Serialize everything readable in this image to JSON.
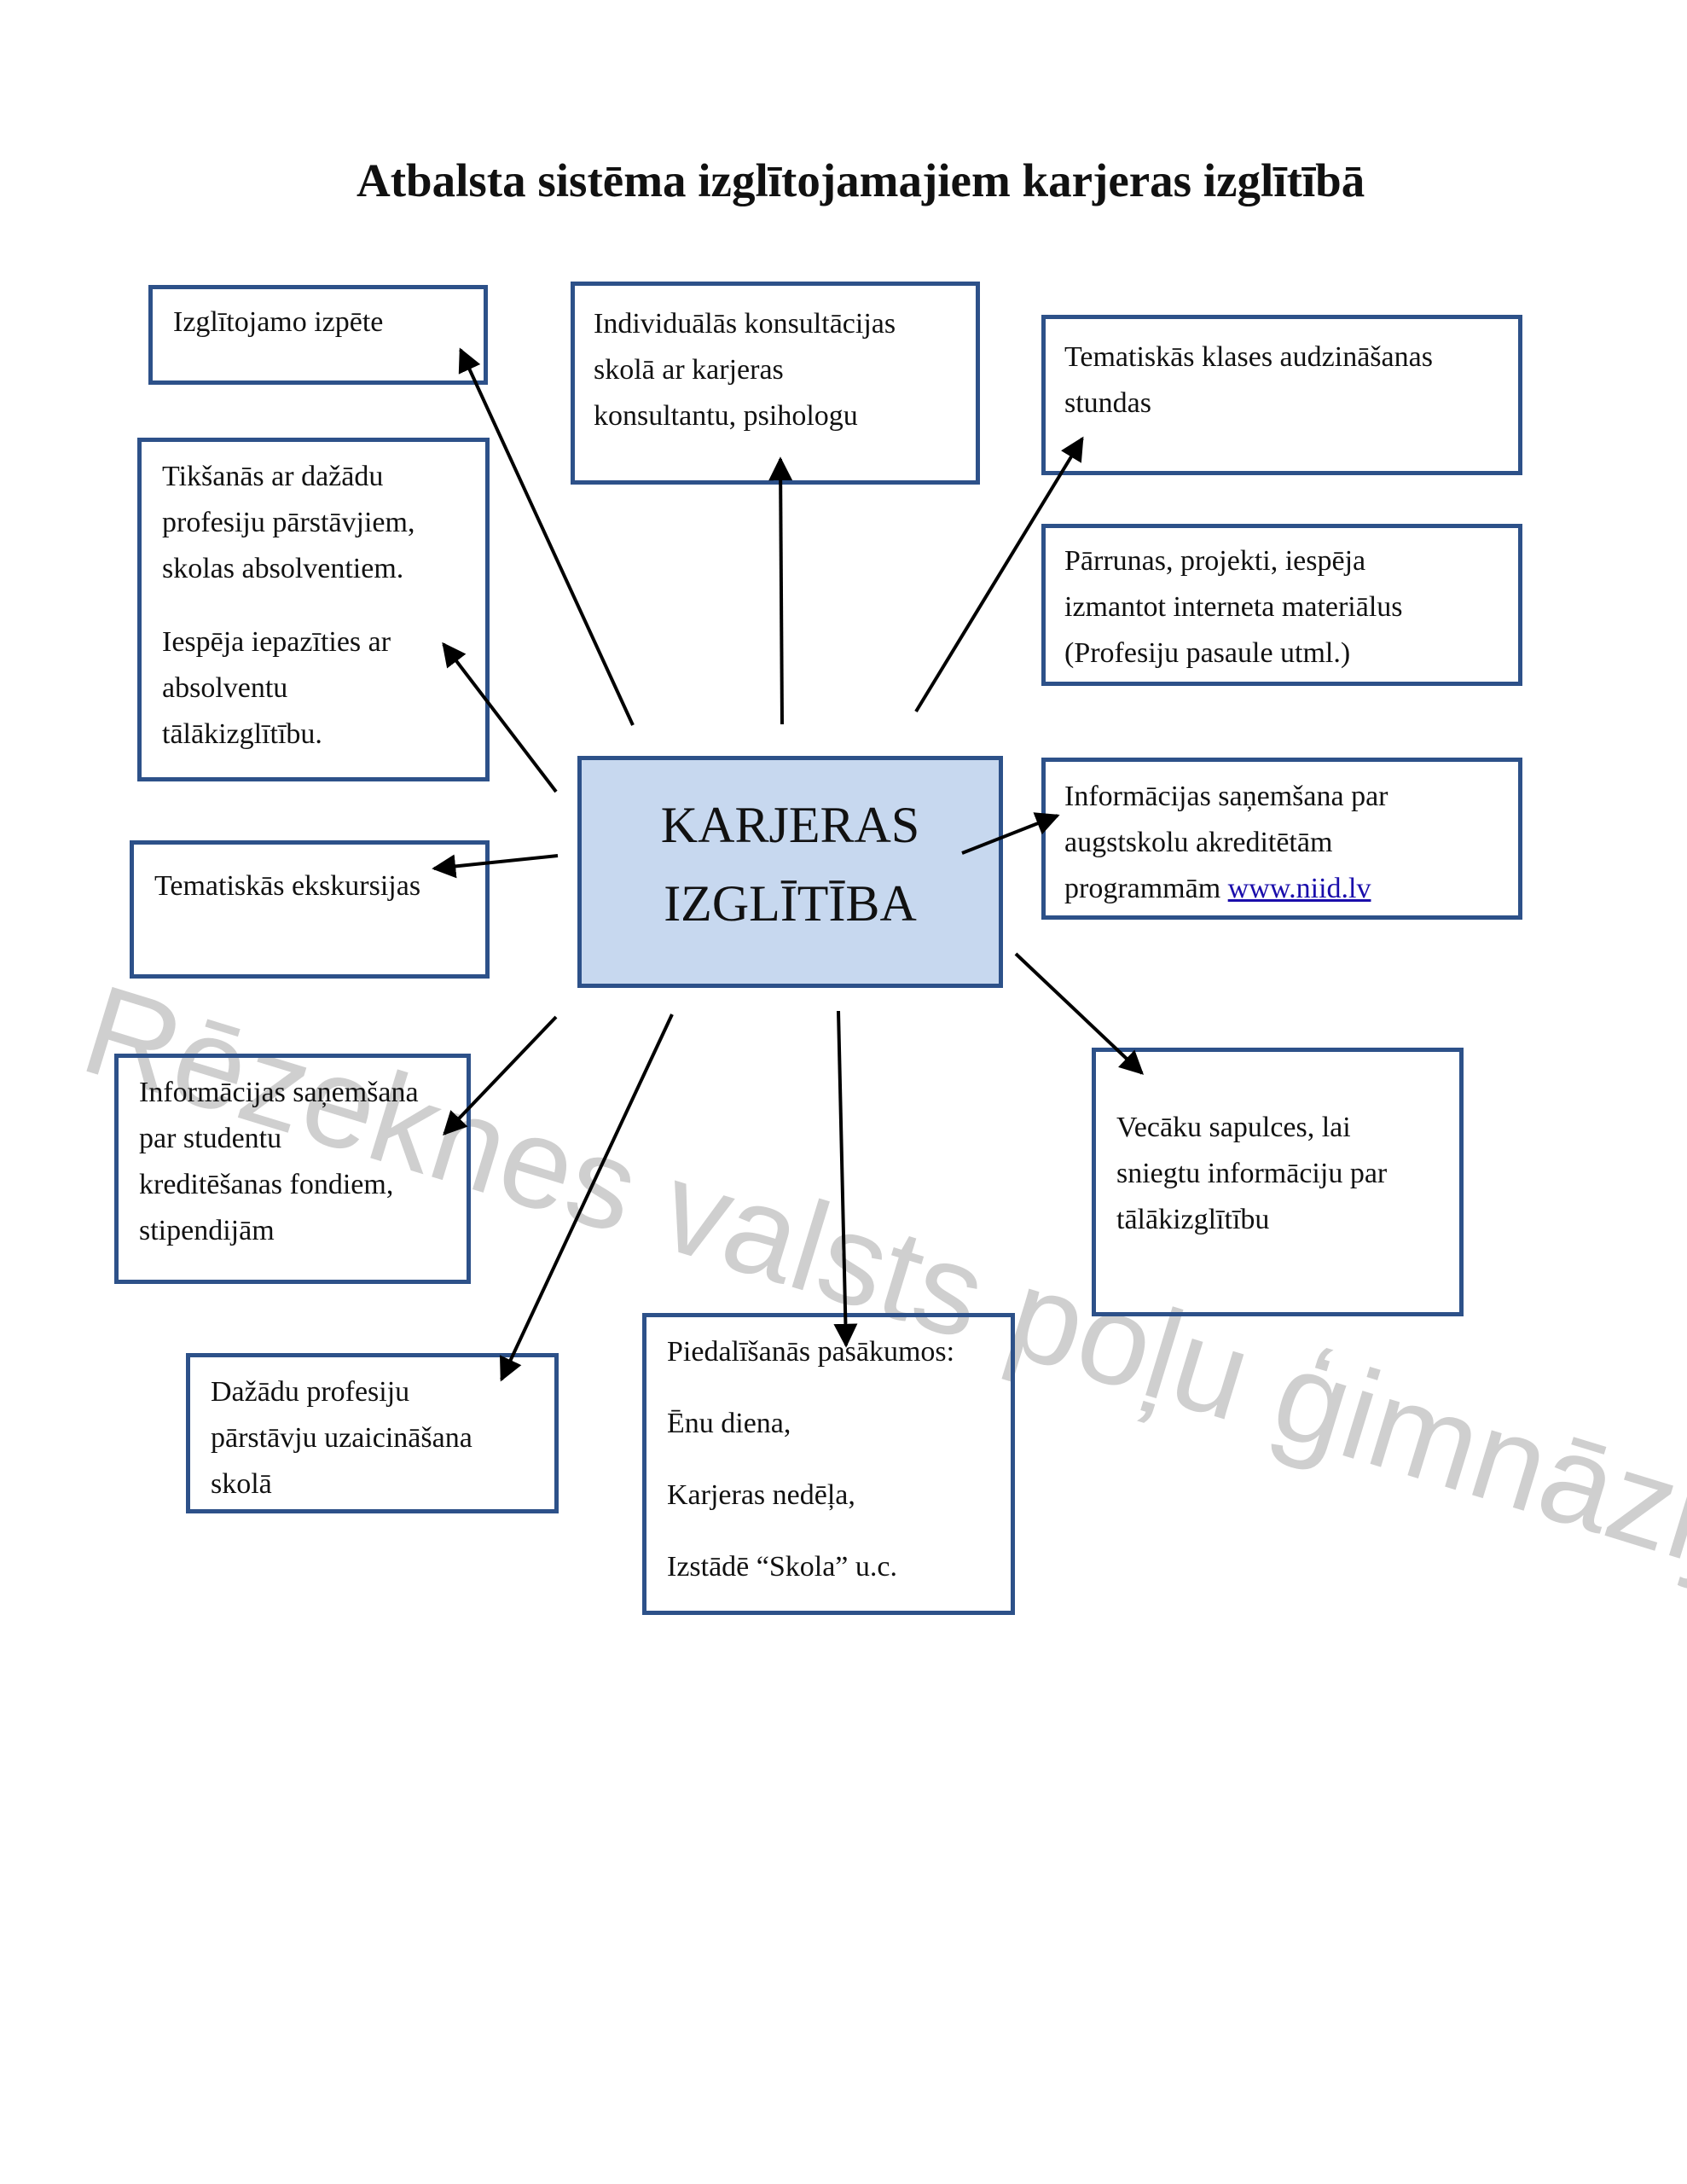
{
  "title": "Atbalsta sistēma izglītojamajiem karjeras izglītībā",
  "watermark": "Rēzeknes valsts poļu ģimnāzija",
  "center": {
    "line1": "KARJERAS",
    "line2": "IZGLĪTĪBA"
  },
  "boxes": {
    "izpete": {
      "text": "Izglītojamo izpēte"
    },
    "konsultacijas": {
      "l1": "Individuālās konsultācijas",
      "l2": "skolā ar karjeras",
      "l3": "konsultantu, psihologu"
    },
    "tematiskas_stundas": {
      "l1": "Tematiskās klases audzināšanas",
      "l2": "stundas"
    },
    "tiksanas": {
      "l1": "Tikšanās ar dažādu",
      "l2": "profesiju pārstāvjiem,",
      "l3": "skolas absolventiem.",
      "l4": "Iespēja iepazīties ar",
      "l5": "absolventu",
      "l6": "tālākizglītību."
    },
    "parrunas": {
      "l1": "Pārrunas, projekti, iespēja",
      "l2": "izmantot interneta materiālus",
      "l3": "(Profesiju pasaule utml.)"
    },
    "ekskursijas": {
      "text": "Tematiskās ekskursijas"
    },
    "augstskolas": {
      "l1": "Informācijas saņemšana par",
      "l2": "augstskolu akreditētām",
      "l3_prefix": "programmām",
      "link": "www.niid.lv"
    },
    "kreditesana": {
      "l1": "Informācijas saņemšana",
      "l2": "par studentu",
      "l3": "kreditēšanas fondiem,",
      "l4": "stipendijām"
    },
    "vecaku": {
      "l1": "Vecāku sapulces, lai",
      "l2": "sniegtu informāciju par",
      "l3": "tālākizglītību"
    },
    "profesiju_uzaicinasana": {
      "l1": "Dažādu profesiju",
      "l2": "pārstāvju uzaicināšana",
      "l3": "skolā"
    },
    "pasakumi": {
      "l1": "Piedalīšanās pasākumos:",
      "l2": "Ēnu diena,",
      "l3": "Karjeras nedēļa,",
      "l4": "Izstādē “Skola” u.c."
    }
  },
  "colors": {
    "border": "#2d5189",
    "center_fill": "#c7d8ef",
    "watermark": "#cfcfcf"
  }
}
